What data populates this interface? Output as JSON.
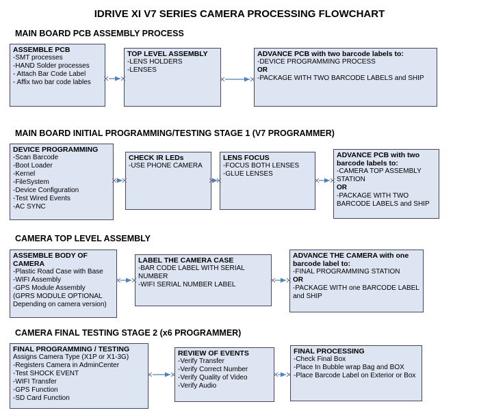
{
  "title": "IDRIVE XI V7 SERIES CAMERA PROCESSING FLOWCHART",
  "colors": {
    "box_fill": "#dde4f2",
    "box_border": "#44445f",
    "arrow": "#4f81bd",
    "connector_mark": "#70708f",
    "text": "#000000",
    "background": "#ffffff"
  },
  "sections": [
    {
      "header": "MAIN BOARD PCB ASSEMBLY PROCESS",
      "boxes": [
        {
          "title": "ASSEMBLE PCB",
          "items": [
            "-SMT processes",
            "-HAND Solder processes",
            "- Attach Bar Code Label",
            "- Affix two bar code lables"
          ]
        },
        {
          "title": "TOP LEVEL ASSEMBLY",
          "items": [
            "-LENS HOLDERS",
            "-LENSES"
          ]
        },
        {
          "title": "ADVANCE PCB with two barcode labels to:",
          "items": [
            "-DEVICE PROGRAMMING PROCESS",
            "OR",
            "-PACKAGE WITH TWO BARCODE LABELS and SHIP"
          ]
        }
      ]
    },
    {
      "header": "MAIN BOARD INITIAL PROGRAMMING/TESTING STAGE 1 (V7 PROGRAMMER)",
      "boxes": [
        {
          "title": "DEVICE PROGRAMMING",
          "items": [
            "-Scan Barcode",
            "-Boot Loader",
            "-Kernel",
            "-FileSystem",
            "-Device Configuration",
            "-Test Wired Events",
            "-AC SYNC"
          ]
        },
        {
          "title": "CHECK IR LEDs",
          "items": [
            "-USE PHONE CAMERA"
          ]
        },
        {
          "title": "LENS FOCUS",
          "items": [
            "-FOCUS BOTH LENSES",
            "-GLUE LENSES"
          ]
        },
        {
          "title": "ADVANCE PCB with two barcode labels to:",
          "items": [
            "-CAMERA TOP ASSEMBLY STATION",
            "OR",
            "-PACKAGE WITH TWO BARCODE LABELS and SHIP"
          ]
        }
      ]
    },
    {
      "header": "CAMERA TOP LEVEL ASSEMBLY",
      "boxes": [
        {
          "title": "ASSEMBLE BODY OF CAMERA",
          "items": [
            "-Plastic Road Case with Base",
            "-WIFI Assembly",
            "-GPS Module Assembly",
            "(GPRS MODULE OPTIONAL Depending on camera version)"
          ]
        },
        {
          "title": "LABEL THE CAMERA CASE",
          "items": [
            "-BAR CODE LABEL WITH SERIAL NUMBER",
            "-WIFI SERIAL NUMBER LABEL"
          ]
        },
        {
          "title": "ADVANCE THE CAMERA with one barcode label to:",
          "items": [
            "-FINAL PROGRAMMING STATION",
            "OR",
            "-PACKAGE WITH one BARCODE LABEL and SHIP"
          ]
        }
      ]
    },
    {
      "header": "CAMERA FINAL TESTING STAGE 2 (x6 PROGRAMMER)",
      "boxes": [
        {
          "title": "FINAL PROGRAMMING / TESTING",
          "items": [
            "Assigns Camera Type (X1P or X1-3G)",
            "-Registers Camera in AdminCenter",
            "-Test SHOCK EVENT",
            "-WIFI Transfer",
            "-GPS Function",
            "-SD Card Function"
          ]
        },
        {
          "title": "REVIEW OF EVENTS",
          "items": [
            "-Verify Transfer",
            "-Verify Correct Number",
            "-Verify Quality of Video",
            "-Verify Audio"
          ]
        },
        {
          "title": "FINAL PROCESSING",
          "items": [
            "-Check Final Box",
            "-Place In Bubble wrap Bag and BOX",
            "-Place Barcode Label on Exterior or Box"
          ]
        }
      ]
    }
  ]
}
